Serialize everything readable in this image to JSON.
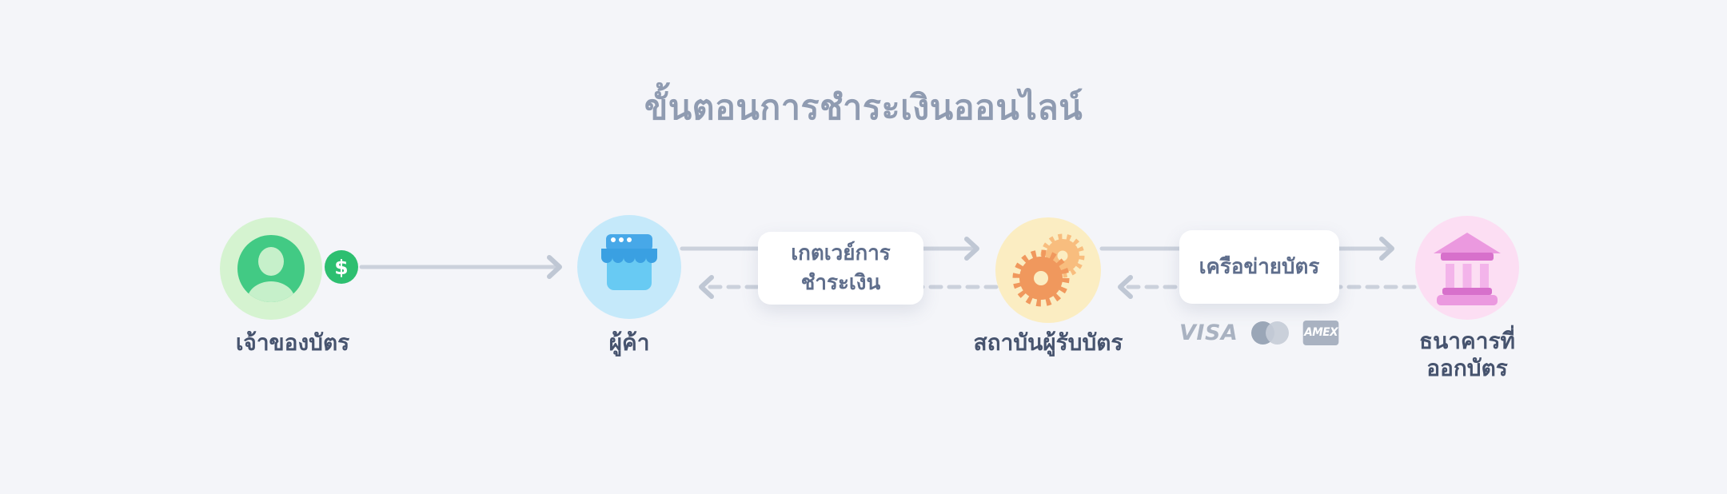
{
  "title": "ขั้นตอนการชำระเงินออนไลน์",
  "nodes": {
    "cardholder": {
      "label": "เจ้าของบัตร",
      "badge": "$",
      "icon": "person-icon"
    },
    "merchant": {
      "label": "ผู้ค้า",
      "icon": "storefront-icon"
    },
    "acquirer": {
      "label": "สถาบันผู้รับบัตร",
      "icon": "gears-icon"
    },
    "issuer": {
      "label_line1": "ธนาคารที่",
      "label_line2": "ออกบัตร",
      "icon": "bank-icon"
    }
  },
  "intermediaries": {
    "gateway": {
      "label_line1": "เกตเวย์การ",
      "label_line2": "ชำระเงิน"
    },
    "network": {
      "label": "เครือข่ายบัตร"
    }
  },
  "logos": {
    "visa": "VISA",
    "amex": "AMEX",
    "mastercard_icon": "mastercard-circles-icon"
  },
  "flows": {
    "forward_style": "solid",
    "return_style": "dashed",
    "connections": [
      "cardholder→merchant",
      "merchant→acquirer (via gateway)",
      "acquirer→merchant (return)",
      "acquirer→issuer (via network)",
      "issuer→acquirer (return)"
    ]
  },
  "colors": {
    "bg": "#f4f5f9",
    "title": "#8f9bb1",
    "label": "#46536e",
    "boxText": "#5f6e8c",
    "line": "#cbd1dc",
    "arrowhead": "#bfc7d4",
    "greenOuter": "#d5f3d0",
    "greenInner": "#42ca84",
    "greenPerson": "#c6f0ca",
    "greenBadge": "#2dbf70",
    "blueOuter": "#c5e9fa",
    "blueTop": "#47a8e8",
    "blueAwning": "#3aa0e2",
    "blueBody": "#68caf3",
    "creamOuter": "#fbedc2",
    "gearLarge": "#f0985d",
    "gearSmall": "#f8bd7e",
    "pinkOuter": "#fcdef3",
    "pinkMain": "#eb99df",
    "pinkDark": "#d770cb",
    "pinkCol": "#f3b4ea",
    "logoGray": "#a9b2c1",
    "mcLeft": "#9aa6b7",
    "mcRight": "#c5ccd7"
  }
}
